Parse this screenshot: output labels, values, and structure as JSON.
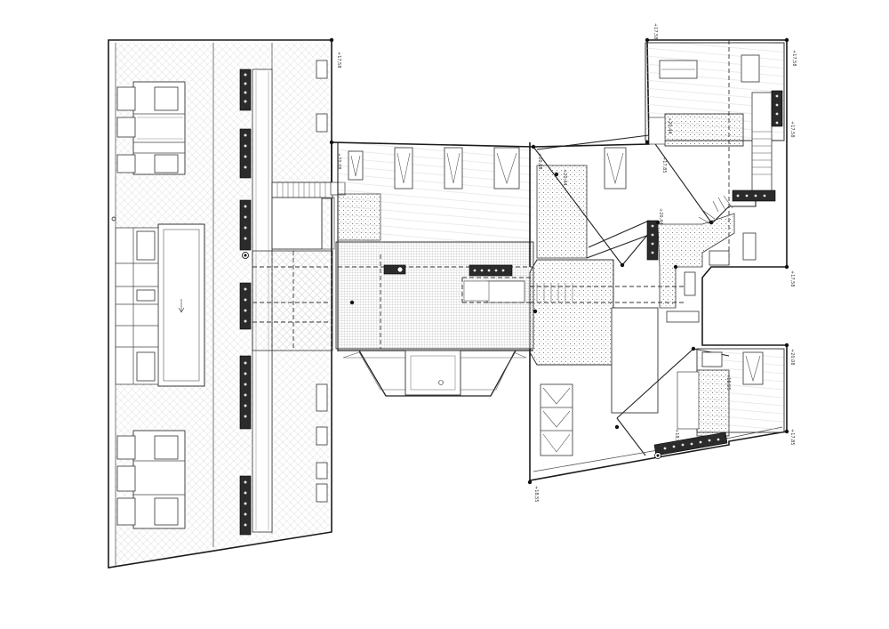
{
  "drawing": {
    "levels": [
      {
        "id": "lvl-1",
        "text": "+17,58"
      },
      {
        "id": "lvl-2",
        "text": "+17,58"
      },
      {
        "id": "lvl-3",
        "text": "+17,58"
      },
      {
        "id": "lvl-4",
        "text": "+17,58"
      },
      {
        "id": "lvl-5",
        "text": "+17,58"
      },
      {
        "id": "lvl-6",
        "text": "+20,08"
      },
      {
        "id": "lvl-7",
        "text": "+20,08"
      },
      {
        "id": "lvl-8",
        "text": "+20,08"
      },
      {
        "id": "lvl-9",
        "text": "+17,85"
      },
      {
        "id": "lvl-10",
        "text": "+17,85"
      },
      {
        "id": "lvl-11",
        "text": "+20,44"
      },
      {
        "id": "lvl-12",
        "text": "+20,44"
      },
      {
        "id": "lvl-13",
        "text": "+20,44"
      },
      {
        "id": "lvl-14",
        "text": "+18,55"
      },
      {
        "id": "lvl-15",
        "text": "+18,55"
      },
      {
        "id": "lvl-16",
        "text": "+18,55"
      }
    ],
    "colors": {
      "line": "#1a1a1a",
      "hatch": "#bdbdbd",
      "vent": "#2b2b2b"
    }
  }
}
